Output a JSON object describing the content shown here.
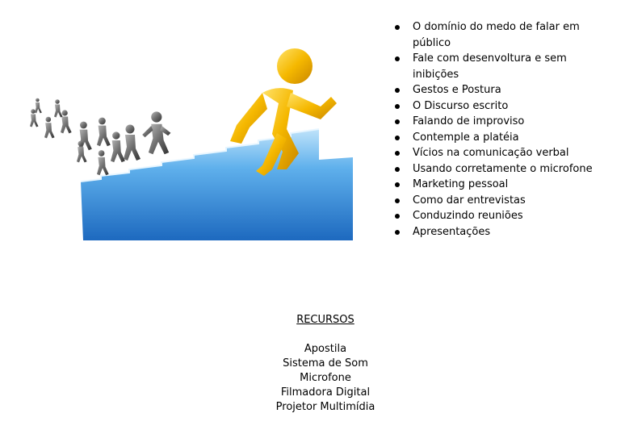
{
  "topics": [
    "O domínio do medo de falar em público",
    "Fale com desenvoltura e sem inibições",
    "Gestos e Postura",
    "O Discurso escrito",
    "Falando de improviso",
    "Contemple a platéia",
    "Vícios na comunicação verbal",
    "Usando corretamente o microfone",
    "Marketing pessoal",
    "Como dar entrevistas",
    "Conduzindo reuniões",
    "Apresentações"
  ],
  "resources": {
    "heading": "RECURSOS",
    "items": [
      "Apostila",
      "Sistema de Som",
      "Microfone",
      "Filmadora Digital",
      "Projetor Multimídia"
    ]
  },
  "illustration": {
    "icon": "stairs-runners-illustration",
    "colors": {
      "stairs": "#3a8fd6",
      "leader": "#f2b705",
      "followers": "#6b6b6b"
    }
  }
}
